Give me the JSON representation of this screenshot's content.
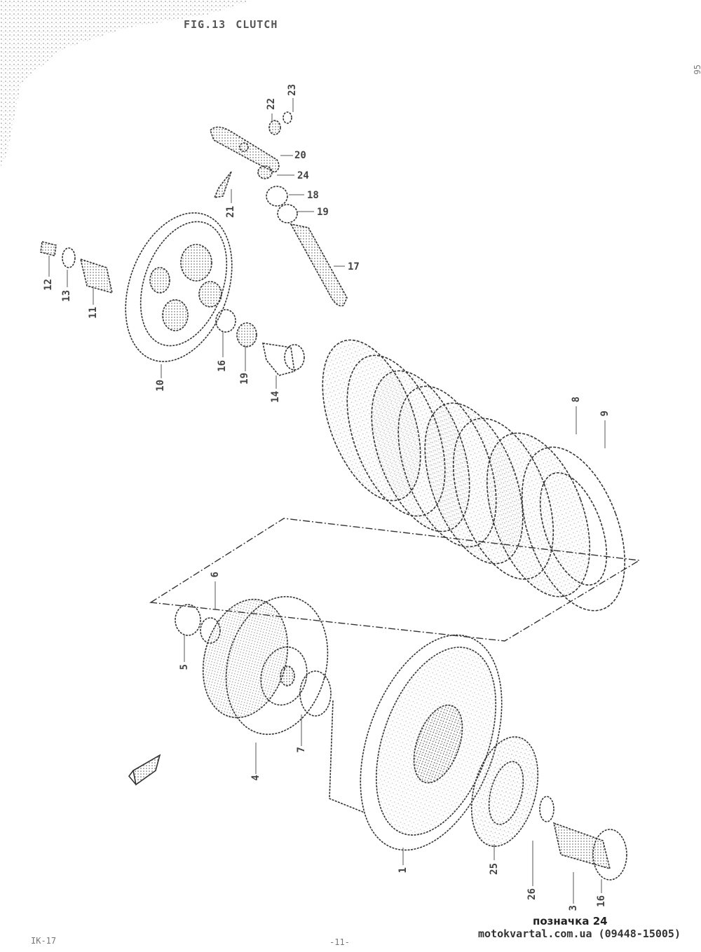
{
  "header": {
    "figure_code": "FIG.13",
    "figure_title": "CLUTCH",
    "side_mark": "95"
  },
  "part_labels": {
    "p1": "1",
    "p3": "3",
    "p4": "4",
    "p5": "5",
    "p6": "6",
    "p7": "7",
    "p8": "8",
    "p9": "9",
    "p10": "10",
    "p11": "11",
    "p12": "12",
    "p13": "13",
    "p14": "14",
    "p16": "16",
    "p17": "17",
    "p18": "18",
    "p19a": "19",
    "p19b": "19",
    "p20": "20",
    "p21": "21",
    "p22": "22",
    "p23": "23",
    "p24": "24",
    "p25": "25",
    "p26": "26",
    "p16b": "16"
  },
  "footer": {
    "reference": "IK-17",
    "page": "-11-",
    "tag": "позначка 24",
    "site": "motokvartal.com.ua (09448-15005)"
  },
  "colors": {
    "ink": "#333333",
    "paper": "#ffffff"
  }
}
